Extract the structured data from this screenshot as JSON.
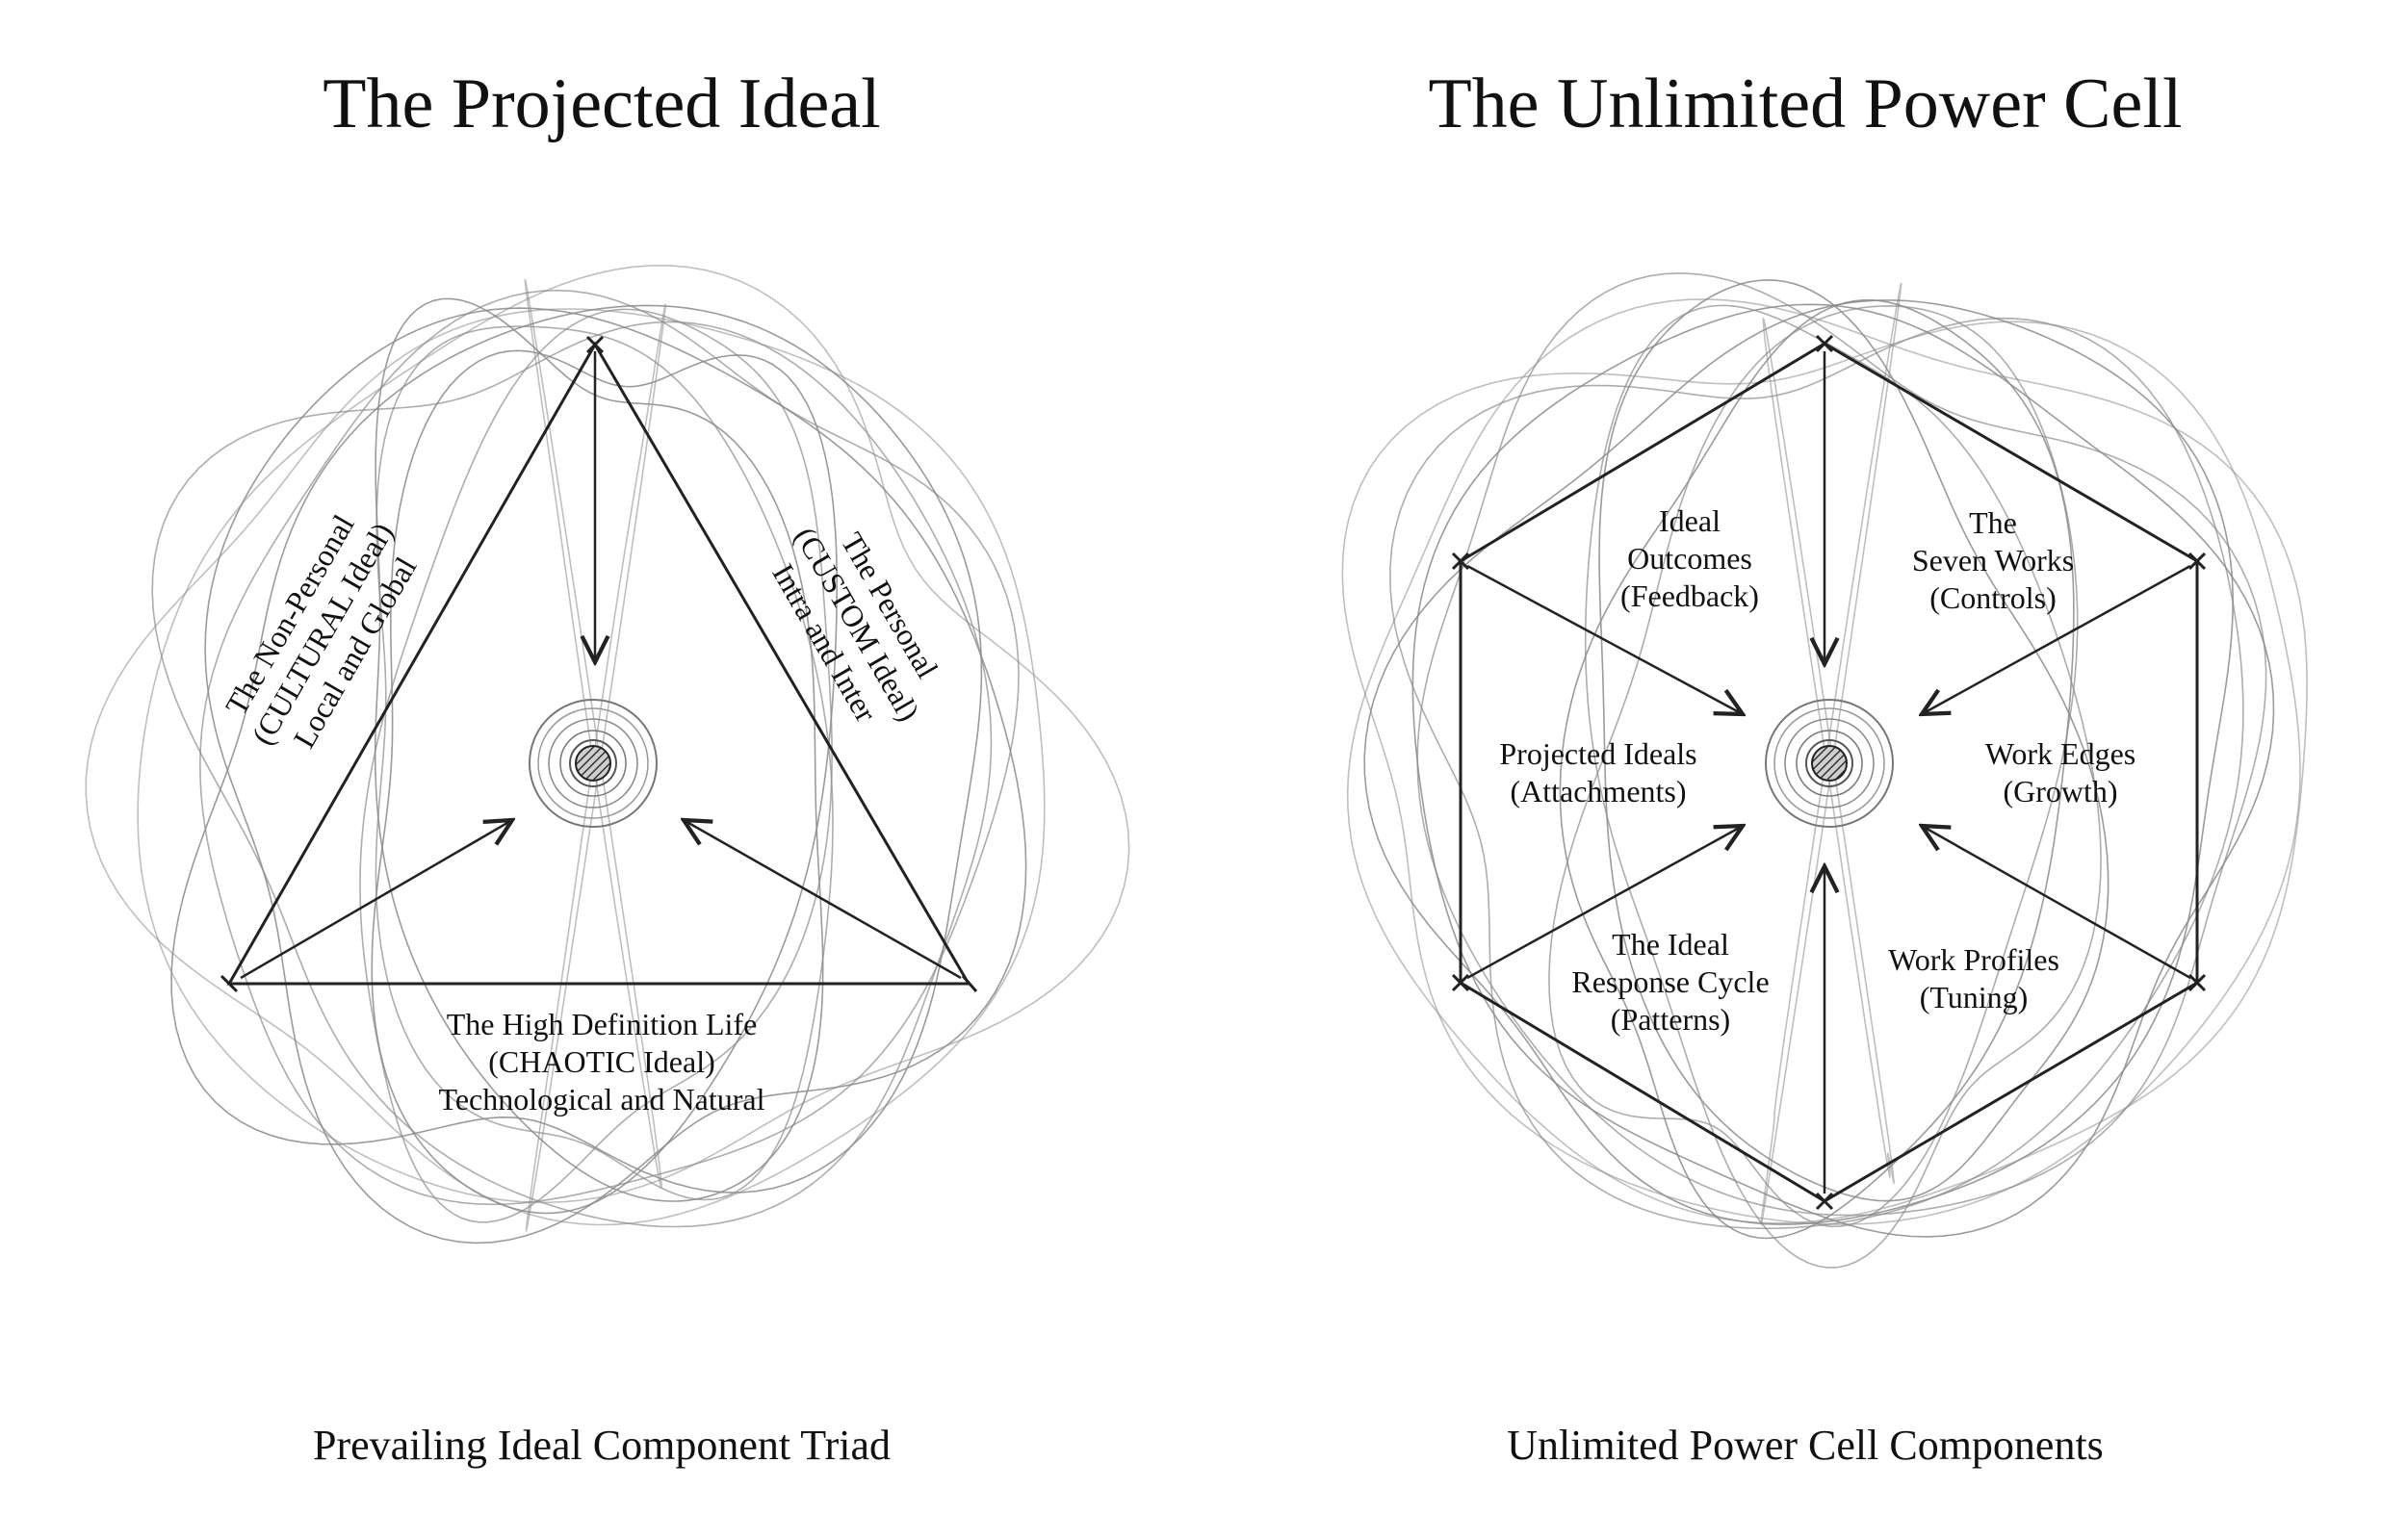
{
  "left": {
    "title": "The Projected Ideal",
    "caption": "Prevailing Ideal Component Triad",
    "sides": {
      "left": [
        "The Non-Personal",
        "(CULTURAL Ideal)",
        "Local and Global"
      ],
      "right": [
        "The Personal",
        "(CUSTOM Ideal)",
        "Intra and Inter"
      ],
      "bottom": [
        "The High Definition Life",
        "(CHAOTIC Ideal)",
        "Technological and Natural"
      ]
    }
  },
  "right": {
    "title": "The Unlimited Power Cell",
    "caption": "Unlimited Power Cell Components",
    "sectors": {
      "top_left": [
        "Ideal",
        "Outcomes",
        "(Feedback)"
      ],
      "top_right": [
        "The",
        "Seven Works",
        "(Controls)"
      ],
      "mid_left": [
        "Projected Ideals",
        "(Attachments)"
      ],
      "mid_right": [
        "Work Edges",
        "(Growth)"
      ],
      "bottom_left": [
        "The Ideal",
        "Response Cycle",
        "(Patterns)"
      ],
      "bottom_right": [
        "Work Profiles",
        "(Tuning)"
      ]
    }
  },
  "colors": {
    "ink": "#111111",
    "sketch": "#8a8a8a",
    "core": "#555555"
  }
}
